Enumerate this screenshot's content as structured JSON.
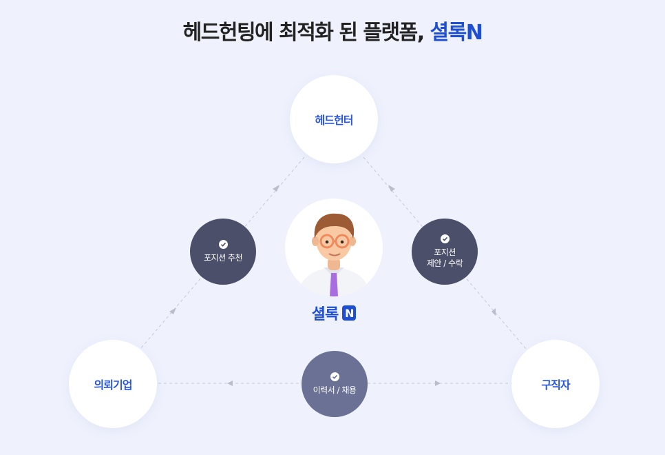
{
  "header": {
    "title_main": "헤드헌팅에 최적화 된 플랫폼, ",
    "title_accent": "셜록N"
  },
  "nodes": {
    "headhunter": "헤드헌터",
    "client": "의뢰기업",
    "seeker": "구직자"
  },
  "badges": {
    "recommend": [
      "포지션 추천"
    ],
    "offer": [
      "포지션",
      "제안 / 수락"
    ],
    "resume": [
      "이력서 / 채용"
    ]
  },
  "brand": {
    "name": "셜록",
    "logo_letter": "N"
  },
  "colors": {
    "accent": "#1f4fd1",
    "node_text": "#2a56d8",
    "badge_dark": "#4b4f69",
    "badge_mid": "#6a7194",
    "background": "#eff2fd"
  }
}
